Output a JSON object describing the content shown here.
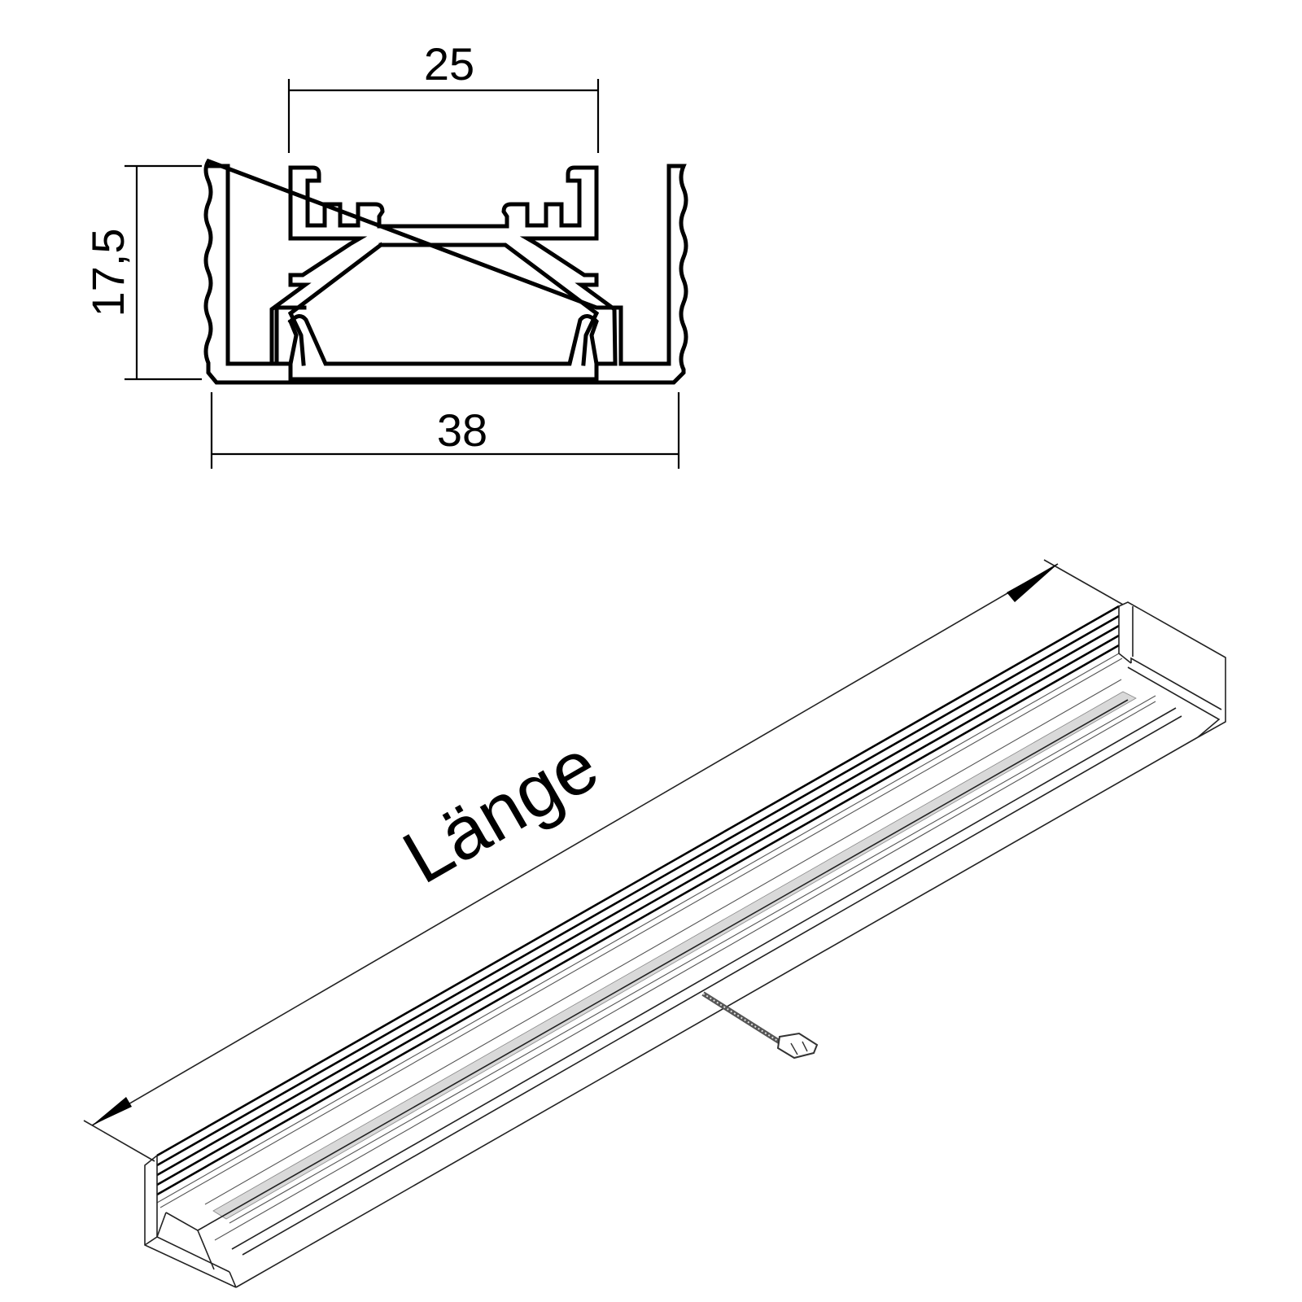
{
  "cross_section": {
    "title": "profile-cross-section",
    "dimensions": {
      "inner_width": "25",
      "height": "17,5",
      "outer_width": "38"
    }
  },
  "isometric_view": {
    "length_label": "Länge"
  },
  "colors": {
    "line": "#000000",
    "background": "#ffffff",
    "led_fill": "#d9d9d9"
  }
}
